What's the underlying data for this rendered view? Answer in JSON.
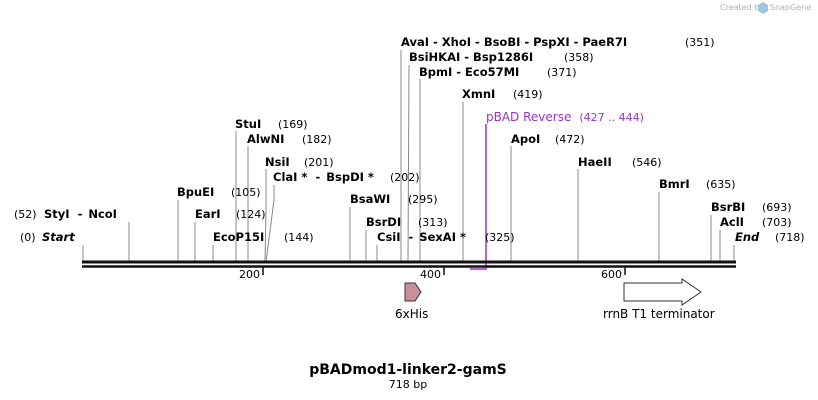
{
  "branding": {
    "text": "Created by",
    "product": "SnapGene"
  },
  "plasmid": {
    "name": "pBADmod1-linker2-gamS",
    "length_label": "718 bp",
    "length_bp": 718
  },
  "ends": [
    {
      "label": "Start",
      "pos_label": "(0)",
      "bp": 0
    },
    {
      "label": "End",
      "pos_label": "(718)",
      "bp": 718
    }
  ],
  "sites": [
    {
      "name": "StyI",
      "sep": "-",
      "name2": "NcoI",
      "pos_label": "(52)",
      "bp": 52
    },
    {
      "name": "BpuEI",
      "pos_label": "(105)",
      "bp": 105
    },
    {
      "name": "EarI",
      "pos_label": "(124)",
      "bp": 124
    },
    {
      "name": "EcoP15I",
      "pos_label": "(144)",
      "bp": 144
    },
    {
      "name": "StuI",
      "pos_label": "(169)",
      "bp": 169
    },
    {
      "name": "AlwNI",
      "pos_label": "(182)",
      "bp": 182
    },
    {
      "name": "NsiI",
      "pos_label": "(201)",
      "bp": 201
    },
    {
      "name": "ClaI *",
      "sep": "-",
      "name2": "BspDI *",
      "pos_label": "(202)",
      "bp": 202
    },
    {
      "name": "BsaWI",
      "pos_label": "(295)",
      "bp": 295
    },
    {
      "name": "BsrDI",
      "pos_label": "(313)",
      "bp": 313
    },
    {
      "name": "CsiI",
      "sep": "-",
      "name2": "SexAI *",
      "pos_label": "(325)",
      "bp": 325
    },
    {
      "name": "AvaI  - XhoI  - BsoBI  - PspXI  - PaeR7I",
      "pos_label": "(351)",
      "bp": 351
    },
    {
      "name": "BsiHKAI  - Bsp1286I",
      "pos_label": "(358)",
      "bp": 358
    },
    {
      "name": "BpmI  - Eco57MI",
      "pos_label": "(371)",
      "bp": 371
    },
    {
      "name": "XmnI",
      "pos_label": "(419)",
      "bp": 419
    },
    {
      "name": "ApoI",
      "pos_label": "(472)",
      "bp": 472
    },
    {
      "name": "HaeII",
      "pos_label": "(546)",
      "bp": 546
    },
    {
      "name": "BmrI",
      "pos_label": "(635)",
      "bp": 635
    },
    {
      "name": "BsrBI",
      "pos_label": "(693)",
      "bp": 693
    },
    {
      "name": "AclI",
      "pos_label": "(703)",
      "bp": 703
    }
  ],
  "primer": {
    "name": "pBAD Reverse",
    "range_label": "(427 .. 444)",
    "start": 427,
    "end": 444,
    "color": "#9b30c8"
  },
  "ruler": {
    "ticks": [
      "200",
      "400",
      "600"
    ]
  },
  "features": [
    {
      "name": "6xHis",
      "color": "#c9909c"
    },
    {
      "name": "rrnB T1 terminator",
      "color": "#ffffff"
    }
  ]
}
